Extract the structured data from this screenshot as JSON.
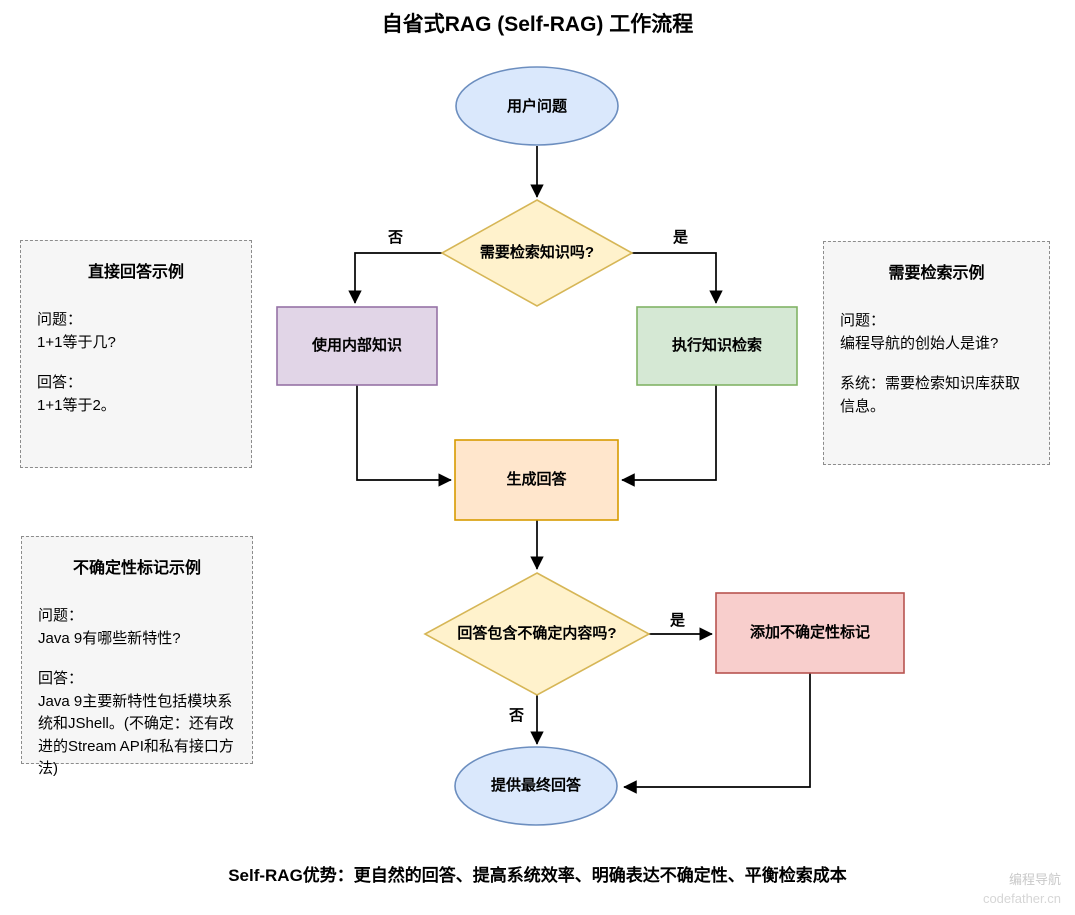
{
  "title": "自省式RAG (Self-RAG) 工作流程",
  "flow": {
    "start": {
      "label": "用户问题",
      "fill": "#DAE8FC",
      "stroke": "#6C8EBF"
    },
    "decision_retrieve": {
      "label": "需要检索知识吗?",
      "fill": "#FFF2CC",
      "stroke": "#D6B656"
    },
    "use_internal": {
      "label": "使用内部知识",
      "fill": "#E1D5E7",
      "stroke": "#9673A6"
    },
    "do_retrieval": {
      "label": "执行知识检索",
      "fill": "#D5E8D4",
      "stroke": "#82B366"
    },
    "generate": {
      "label": "生成回答",
      "fill": "#FFE6CC",
      "stroke": "#D79B00"
    },
    "decision_uncertain": {
      "label": "回答包含不确定内容吗?",
      "fill": "#FFF2CC",
      "stroke": "#D6B656"
    },
    "add_marker": {
      "label": "添加不确定性标记",
      "fill": "#F8CECC",
      "stroke": "#B85450"
    },
    "final_answer": {
      "label": "提供最终回答",
      "fill": "#DAE8FC",
      "stroke": "#6C8EBF"
    }
  },
  "edge_labels": {
    "retrieve_no": "否",
    "retrieve_yes": "是",
    "uncertain_yes": "是",
    "uncertain_no": "否"
  },
  "examples": {
    "direct_answer": {
      "title": "直接回答示例",
      "question": "问题：\n1+1等于几?",
      "answer": "回答：\n1+1等于2。"
    },
    "need_retrieval": {
      "title": "需要检索示例",
      "question": "问题：\n编程导航的创始人是谁?",
      "answer": "系统：需要检索知识库获取信息。"
    },
    "uncertainty_marker": {
      "title": "不确定性标记示例",
      "question": "问题：\nJava 9有哪些新特性?",
      "answer": "回答：\nJava 9主要新特性包括模块系统和JShell。(不确定：还有改进的Stream API和私有接口方法)"
    }
  },
  "footer": "Self-RAG优势：更自然的回答、提高系统效率、明确表达不确定性、平衡检索成本",
  "watermark": {
    "line1": "编程导航",
    "line2": "codefather.cn"
  }
}
